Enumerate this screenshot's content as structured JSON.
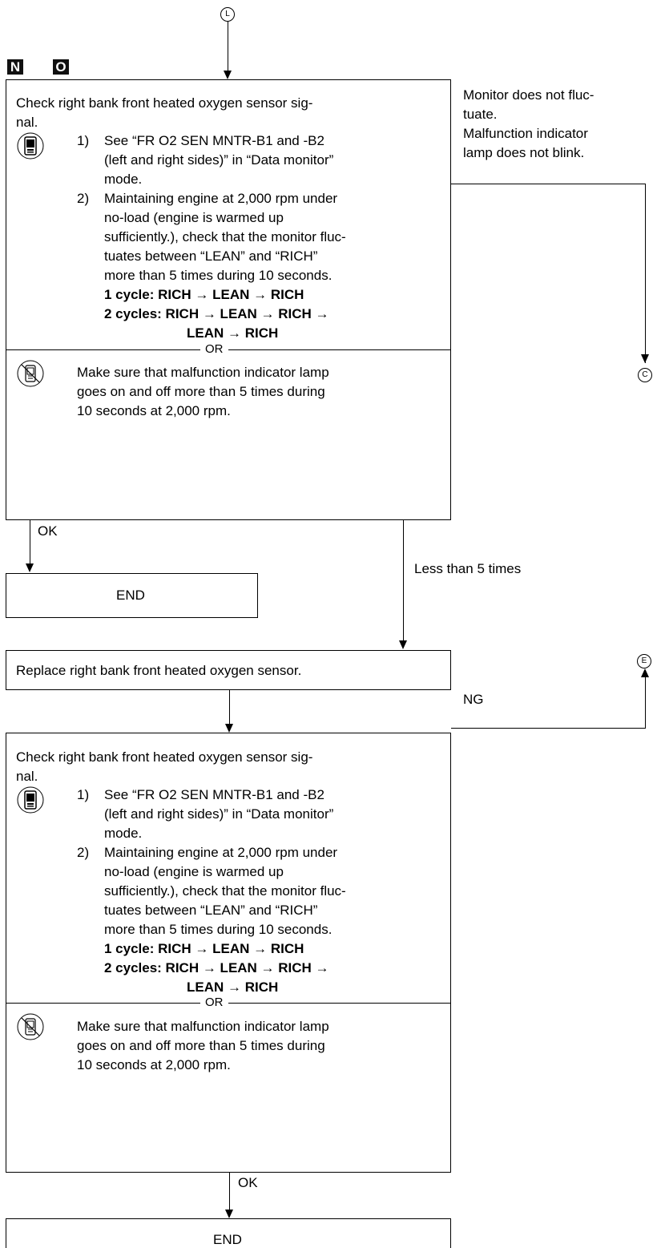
{
  "connectors": {
    "top": "L",
    "right_c": "C",
    "right_e": "E"
  },
  "markers": {
    "n": "N",
    "o": "O"
  },
  "step1": {
    "title1": "Check right bank front heated oxygen sensor sig-",
    "title2": "nal.",
    "num1": "1)",
    "s1a": "See “FR O2 SEN MNTR-B1 and -B2",
    "s1b": "(left and right sides)” in “Data monitor”",
    "s1c": "mode.",
    "num2": "2)",
    "s2a": "Maintaining engine at 2,000 rpm under",
    "s2b": "no-load (engine is warmed up",
    "s2c": "sufficiently.), check that the monitor fluc-",
    "s2d": "tuates between “LEAN” and “RICH”",
    "s2e": "more than 5 times during 10 seconds.",
    "c1": "1 cycle: RICH → LEAN → RICH",
    "c2a": "2 cycles: RICH → LEAN → RICH →",
    "c2b": "LEAN → RICH",
    "or": "OR",
    "m1": "Make sure that malfunction indicator lamp",
    "m2": "goes on and off more than 5 times during",
    "m3": "10 seconds at 2,000 rpm."
  },
  "side1": {
    "l1": "Monitor does not fluc-",
    "l2": "tuate.",
    "l3": "Malfunction indicator",
    "l4": "lamp does not blink."
  },
  "labels": {
    "ok1": "OK",
    "less": "Less than 5 times",
    "ng": "NG",
    "ok2": "OK"
  },
  "end1": "END",
  "replace": "Replace right bank front heated oxygen sensor.",
  "step2": {
    "title1": "Check right bank front heated oxygen sensor sig-",
    "title2": "nal.",
    "num1": "1)",
    "s1a": "See “FR O2 SEN MNTR-B1 and -B2",
    "s1b": "(left and right sides)” in “Data monitor”",
    "s1c": "mode.",
    "num2": "2)",
    "s2a": "Maintaining engine at 2,000 rpm under",
    "s2b": "no-load (engine is warmed up",
    "s2c": "sufficiently.), check that the monitor fluc-",
    "s2d": "tuates between “LEAN” and “RICH”",
    "s2e": "more than 5 times during 10 seconds.",
    "c1": "1 cycle: RICH → LEAN → RICH",
    "c2a": "2 cycles: RICH → LEAN → RICH →",
    "c2b": "LEAN → RICH",
    "or": "OR",
    "m1": "Make sure that malfunction indicator lamp",
    "m2": "goes on and off more than 5 times during",
    "m3": "10 seconds at 2,000 rpm."
  },
  "end2": "END"
}
